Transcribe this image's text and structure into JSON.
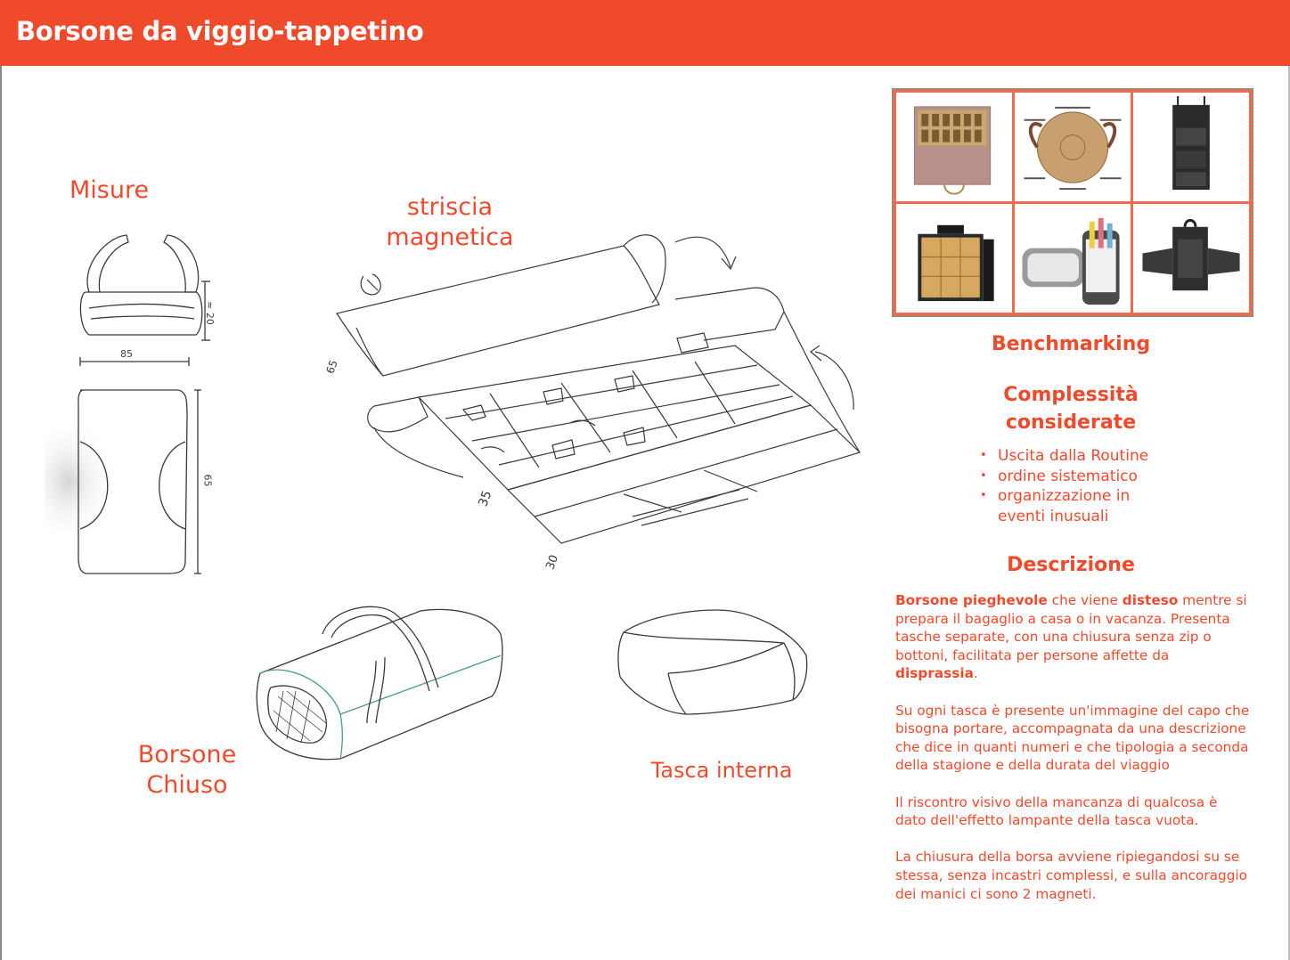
{
  "header": {
    "title": "Borsone da viggio-tappetino"
  },
  "labels": {
    "misure": "Misure",
    "striscia_line1": "striscia",
    "striscia_line2": "magnetica",
    "borsone_line1": "Borsone",
    "borsone_line2": "Chiuso",
    "tasca_interna": "Tasca interna"
  },
  "dimensions": {
    "height": "≈ 20",
    "width": "85",
    "length": "65",
    "depth_1": "65",
    "depth_2": "35",
    "depth_3": "30"
  },
  "benchmarking": {
    "title": "Benchmarking",
    "images": [
      "pill-organizer-box",
      "round-bag",
      "hanging-organizer",
      "tool-organizer-case",
      "travel-pouch",
      "garment-bag"
    ]
  },
  "complessita": {
    "title_line1": "Complessità",
    "title_line2": "considerate",
    "items": [
      "Uscita dalla Routine",
      "ordine sistematico",
      "organizzazione in eventi inusuali"
    ]
  },
  "descrizione": {
    "title": "Descrizione",
    "p1": {
      "b1": "Borsone pieghevole",
      "t1": " che viene ",
      "b2": "disteso",
      "t2": " mentre si prepara il bagaglio a casa o in vacanza. Presenta tasche separate, con una chiusura senza zip o bottoni, facilitata per persone affette da ",
      "b3": "disprassia",
      "t3": "."
    },
    "p2": "Su ogni tasca è presente un'immagine del capo che bisogna portare, accompagnata da una descrizione che dice in quanti numeri e che tipologia a seconda della stagione e della durata del viaggio",
    "p3": "Il riscontro visivo della mancanza di qualcosa è dato dell'effetto lampante della tasca vuota.",
    "p4": "La chiusura della borsa avviene ripiegandosi su se stessa, senza incastri complessi, e sulla ancoraggio dei manici ci sono 2 magneti."
  },
  "colors": {
    "accent": "#ef4a2c",
    "sketch": "#3a3a3a"
  }
}
